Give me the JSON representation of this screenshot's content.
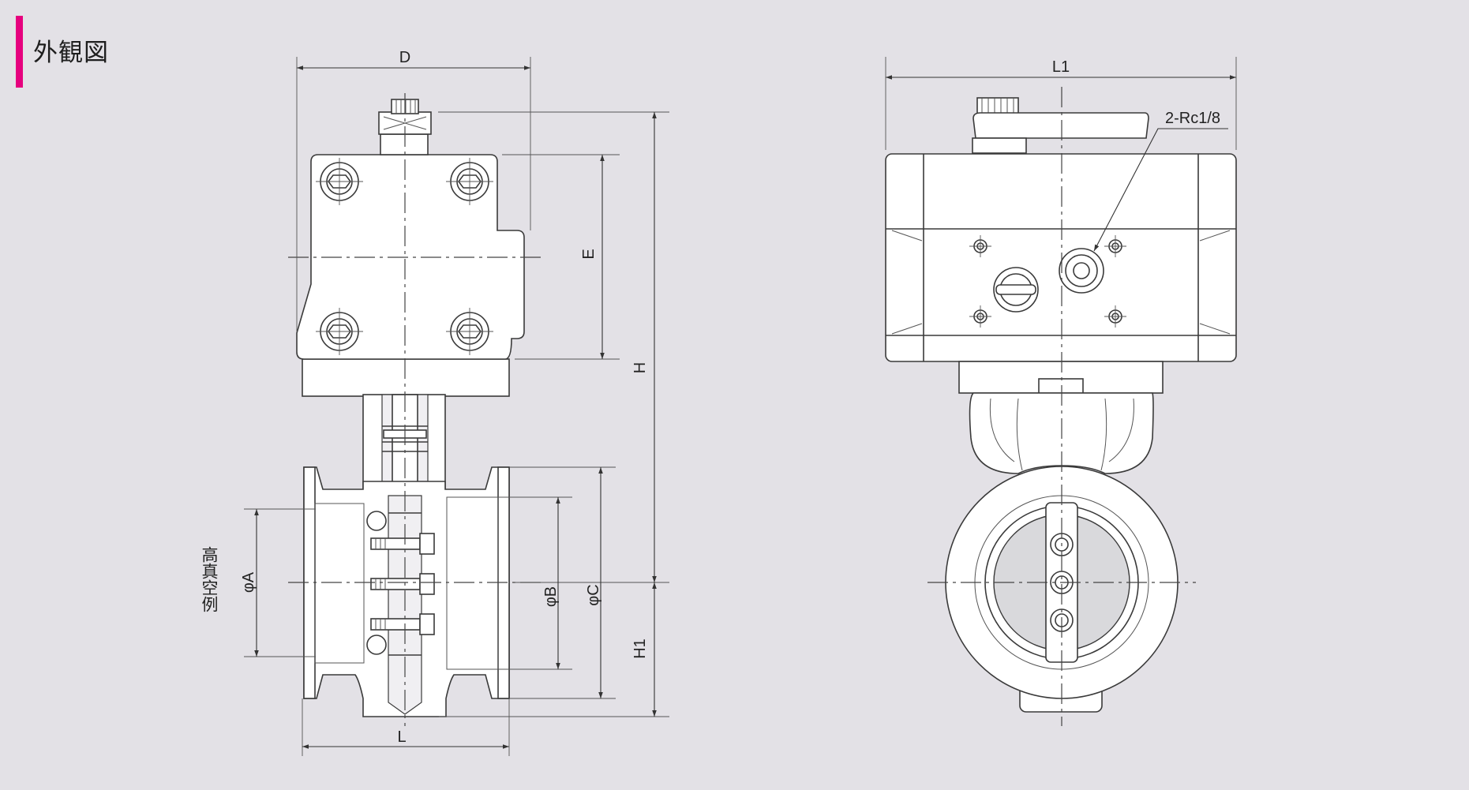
{
  "page": {
    "title": "外観図",
    "accent_color": "#e6007e"
  },
  "side_view": {
    "dimensions": {
      "d": "D",
      "e": "E",
      "h": "H",
      "h1": "H1",
      "l": "L",
      "phi_a": "φA",
      "phi_b": "φB",
      "phi_c": "φC"
    },
    "note": "高真空例"
  },
  "front_view": {
    "dimensions": {
      "l1": "L1"
    },
    "port_callout": "2-Rc1/8"
  },
  "colors": {
    "background": "#e3e1e6",
    "part_fill": "#ffffff",
    "line": "#3a3a3a"
  }
}
